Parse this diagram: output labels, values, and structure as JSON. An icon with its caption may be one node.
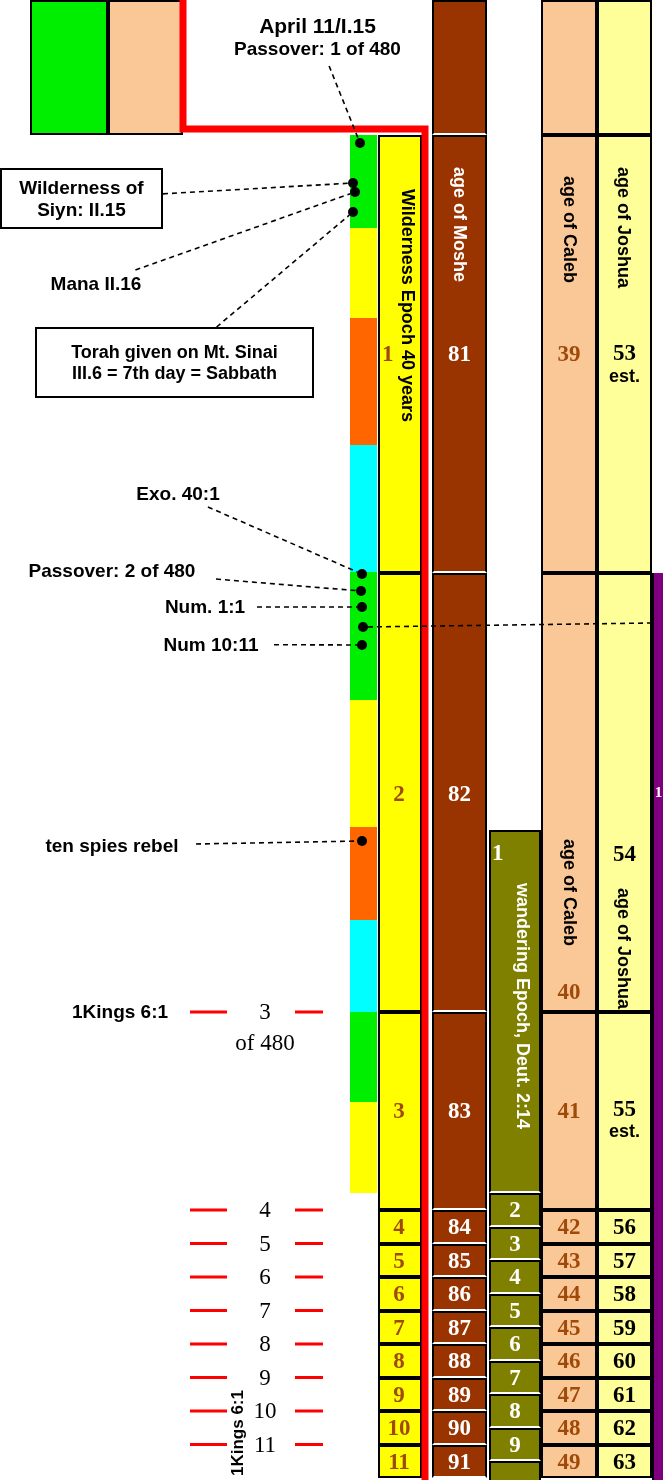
{
  "diagram": {
    "nodes": [
      {
        "text": [
          "April 11/I.15",
          "Passover: 1 of 480"
        ]
      },
      {
        "text": [],
        "shape": "circle"
      },
      {
        "text": [
          "Wilderness of Siyn: II.15"
        ]
      },
      {
        "text": [],
        "shape": "circle"
      },
      {
        "text": [
          "Mana II.16"
        ]
      },
      {
        "text": [],
        "shape": "circle"
      },
      {
        "text": [
          "Torah given on Mt. Sinai III.6 = 7th day = Sabbath"
        ]
      },
      {
        "text": [],
        "shape": "circle"
      },
      {
        "text": [
          "Exo. 40:1"
        ]
      },
      {
        "text": [],
        "shape": "circle"
      },
      {
        "text": [
          "Passover: 2 of 480"
        ]
      },
      {
        "text": [],
        "shape": "circle"
      },
      {
        "text": [
          "Num. 1:1"
        ]
      },
      {
        "text": [],
        "shape": "circle"
      },
      {
        "text": [],
        "shape": "circle"
      },
      {
        "text": [
          "Num 10:11"
        ]
      },
      {
        "text": [],
        "shape": "circle"
      },
      {
        "text": [
          "ten spies rebel"
        ]
      },
      {
        "text": [],
        "shape": "circle"
      },
      {
        "text": [
          "1"
        ]
      }
    ],
    "edges": [
      {
        "from": 0,
        "to": 1,
        "arrow": "none",
        "style": "dashed"
      },
      {
        "from": 2,
        "to": 3,
        "arrow": "none",
        "style": "dashed"
      },
      {
        "from": 4,
        "to": 5,
        "arrow": "none",
        "style": "dashed"
      },
      {
        "from": 6,
        "to": 7,
        "arrow": "none",
        "style": "dashed"
      },
      {
        "from": 8,
        "to": 9,
        "arrow": "none",
        "style": "dashed"
      },
      {
        "from": 10,
        "to": 11,
        "arrow": "none",
        "style": "dashed"
      },
      {
        "from": 12,
        "to": 13,
        "arrow": "none",
        "style": "dashed"
      },
      {
        "from": 14,
        "to": 19,
        "arrow": "none",
        "style": "dashed"
      },
      {
        "from": 15,
        "to": 16,
        "arrow": "none",
        "style": "dashed"
      },
      {
        "from": 17,
        "to": 18,
        "arrow": "none",
        "style": "dashed"
      }
    ],
    "labels": [
      "Wilderness Epoch 40 years",
      "1",
      "age of Moshe",
      "81",
      "age of Caleb",
      "39",
      "age of Joshua",
      "53",
      "est.",
      "2",
      "82",
      "1",
      "wandering Epoch, Deut. 2:14",
      "age of Caleb",
      "40",
      "54",
      "age of Joshua",
      "1Kings 6:1",
      "3",
      "of 480",
      "3",
      "83",
      "41",
      "55",
      "est.",
      "4",
      "4",
      "84",
      "2",
      "42",
      "56",
      "5",
      "5",
      "85",
      "3",
      "43",
      "57",
      "6",
      "6",
      "86",
      "4",
      "44",
      "58",
      "7",
      "7",
      "87",
      "5",
      "45",
      "59",
      "8",
      "8",
      "88",
      "6",
      "46",
      "60",
      "9",
      "9",
      "89",
      "7",
      "47",
      "61",
      "10",
      "10",
      "90",
      "8",
      "48",
      "62",
      "11",
      "11",
      "91",
      "9",
      "49",
      "63",
      "1Kings 6:1"
    ]
  }
}
